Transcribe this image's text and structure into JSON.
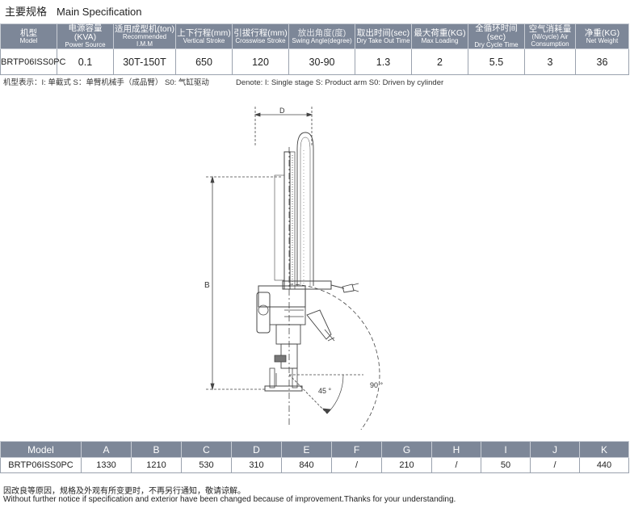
{
  "section_title": {
    "cn": "主要规格",
    "en": "Main Specification"
  },
  "spec_table": {
    "headers": [
      {
        "cn": "机型",
        "en": "Model"
      },
      {
        "cn": "电源容量(KVA)",
        "en": "Power Source"
      },
      {
        "cn": "适用成型机(ton)",
        "en": "Recommended I.M.M"
      },
      {
        "cn": "上下行程(mm)",
        "en": "Vertical Stroke"
      },
      {
        "cn": "引拔行程(mm)",
        "en": "Crosswise Stroke"
      },
      {
        "cn": "放出角度(度)",
        "en": "Swing Angle(degree)"
      },
      {
        "cn": "取出时间(sec)",
        "en": "Dry Take Out Time"
      },
      {
        "cn": "最大荷重(KG)",
        "en": "Max Loading"
      },
      {
        "cn": "全循环时间(sec)",
        "en": "Dry Cycle Time"
      },
      {
        "cn": "空气消耗量",
        "en": "(Nl/cycle) Air Consumption"
      },
      {
        "cn": "净重(KG)",
        "en": "Net Weight"
      }
    ],
    "values": [
      "BRTP06ISS0PC",
      "0.1",
      "30T-150T",
      "650",
      "120",
      "30-90",
      "1.3",
      "2",
      "5.5",
      "3",
      "36"
    ]
  },
  "denote": {
    "cn": "机型表示：I: 单截式    S：单臂机械手（成品臂）   S0: 气缸驱动",
    "en": "Denote:   I: Single stage   S: Product arm  S0: Driven by cylinder"
  },
  "drawing_labels": {
    "d": "D",
    "b": "B",
    "angle_45": "45 °",
    "angle_90": "90 °"
  },
  "dim_table": {
    "headers": [
      "Model",
      "A",
      "B",
      "C",
      "D",
      "E",
      "F",
      "G",
      "H",
      "I",
      "J",
      "K"
    ],
    "values": [
      "BRTP06ISS0PC",
      "1330",
      "1210",
      "530",
      "310",
      "840",
      "/",
      "210",
      "/",
      "50",
      "/",
      "440"
    ]
  },
  "footer": {
    "cn": "因改良等原因，规格及外观有所变更时，不再另行通知，敬请谅解。",
    "en": "Without further notice if specification and exterior have been changed because of improvement.Thanks for your understanding."
  }
}
